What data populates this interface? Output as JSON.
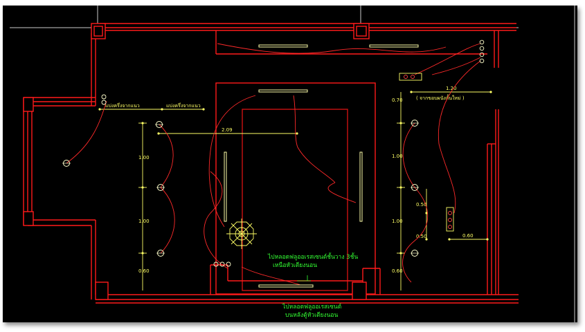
{
  "colors": {
    "background": "#000000",
    "wall": "#ff1a1a",
    "wiring": "#ff2a2a",
    "dimension": "#ffff66",
    "light_fixture": "#ffffaa",
    "annotation": "#33ff33",
    "frame": "#ffffff"
  },
  "dimensions": {
    "top_left_a": "แบ่งครึ่งจากแนว",
    "top_left_b": "แบ่งครึ่งจากแนว",
    "center_span": "2.09",
    "right_top": "1.20",
    "right_top_note": "( จากขอบผนังกั้นใหม่ )",
    "left_col_1": "1.00",
    "left_col_2": "1.00",
    "left_col_3": "0.60",
    "right_col_1": "0.70",
    "right_col_2": "1.00",
    "right_col_3": "1.00",
    "right_col_4": "0.60",
    "right_mid_1": "0.50",
    "right_mid_2": "0.50",
    "right_wall": "0.60"
  },
  "annotations": {
    "note_upper_line1": "ไปหลอดฟลูออเรสเซนต์ชั้นวาง 3ชั้น",
    "note_upper_line2": "เหนือหัวเตียงนอน",
    "note_lower_line1": "ไปหลอดฟลูออเรสเซนต์",
    "note_lower_line2": "บนหลังตู้หัวเตียงนอน"
  },
  "icons": [
    "ceiling-light-icon",
    "chandelier-icon",
    "wall-outlet-icon",
    "switch-group-icon",
    "fluorescent-lamp-icon"
  ]
}
